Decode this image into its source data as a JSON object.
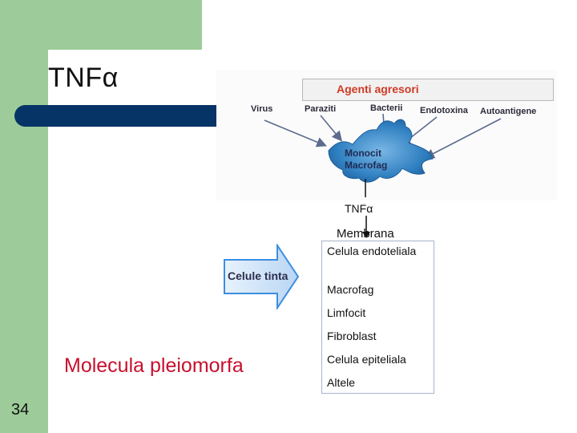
{
  "slide": {
    "title": "TNFα",
    "number": "34",
    "pleiomorph_label": "Molecula pleiomorfa"
  },
  "diagram": {
    "aggressors_title": "Agenti agresori",
    "aggressors": [
      "Virus",
      "Paraziti",
      "Bacterii",
      "Endotoxina",
      "Autoantigene"
    ],
    "cell_label_line1": "Monocit",
    "cell_label_line2": "Macrofag",
    "product_label": "TNFα",
    "membrane_label": "Membrana",
    "target_arrow_label": "Celule tinta",
    "target_cells": [
      "Celula endoteliala",
      "Macrofag",
      "Limfocit",
      "Fibroblast",
      "Celula epiteliala",
      "Altele"
    ]
  },
  "colors": {
    "green_accent": "#9dcc9a",
    "navy_bar": "#073466",
    "red_text": "#c8102e",
    "cell_blue": "#2f7fc0",
    "arrow_blue": "#3b8ee0"
  }
}
